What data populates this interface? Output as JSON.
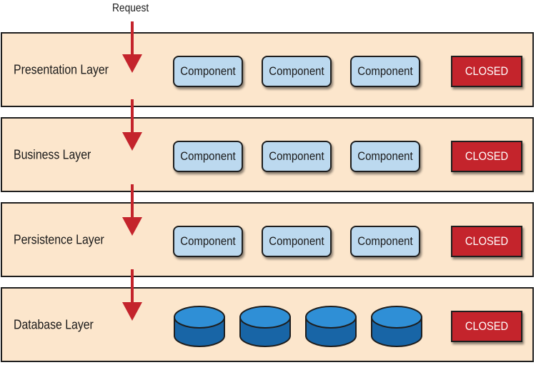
{
  "request_label": "Request",
  "layers": [
    {
      "name": "Presentation Layer",
      "components": [
        "Component",
        "Component",
        "Component"
      ],
      "status": "CLOSED"
    },
    {
      "name": "Business Layer",
      "components": [
        "Component",
        "Component",
        "Component"
      ],
      "status": "CLOSED"
    },
    {
      "name": "Persistence Layer",
      "components": [
        "Component",
        "Component",
        "Component"
      ],
      "status": "CLOSED"
    },
    {
      "name": "Database Layer",
      "databases": 4,
      "status": "CLOSED"
    }
  ],
  "colors": {
    "layer_fill": "#fce6cc",
    "component_fill": "#bcd9ef",
    "closed_fill": "#c4242c",
    "arrow": "#c4242c",
    "database": "#1f7cc4"
  }
}
